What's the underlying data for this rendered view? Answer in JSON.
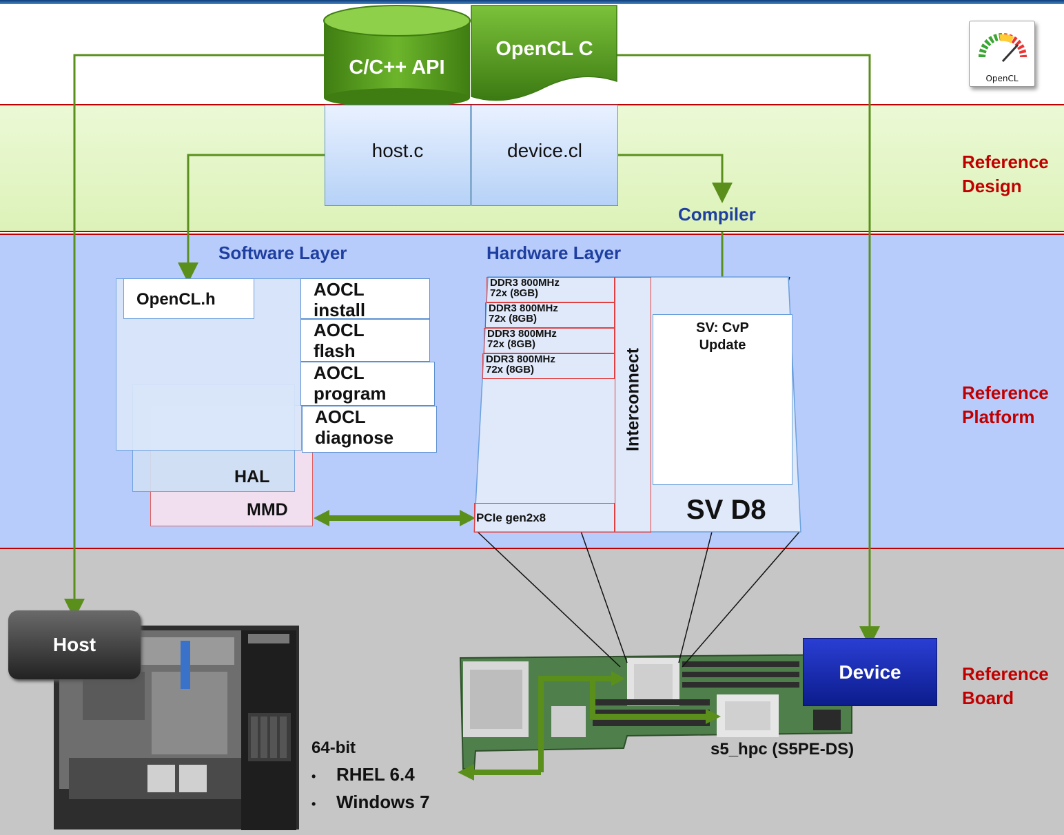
{
  "colors": {
    "top_band": "#ffffff",
    "design_band": "#e3f5c4",
    "platform_band": "#b9cdfc",
    "board_band": "#c8c8c8",
    "divider": "#c00000",
    "arrow_green": "#5a8f1c",
    "tier_label": "#c00000",
    "layer_title": "#1f3fa0"
  },
  "api": {
    "cpp_api": "C/C++ API",
    "opencl_c": "OpenCL C"
  },
  "logo": {
    "text": "OpenCL"
  },
  "files": {
    "host": "host.c",
    "device": "device.cl"
  },
  "compiler": "Compiler",
  "tiers": {
    "design": [
      "Reference",
      "Design"
    ],
    "platform": [
      "Reference",
      "Platform"
    ],
    "board": [
      "Reference",
      "Board"
    ]
  },
  "software_layer": {
    "title": "Software Layer",
    "header": "OpenCL.h",
    "tools": [
      [
        "AOCL",
        "install"
      ],
      [
        "AOCL",
        "flash"
      ],
      [
        "AOCL",
        "program"
      ],
      [
        "AOCL",
        "diagnose"
      ]
    ],
    "hal": "HAL",
    "mmd": "MMD"
  },
  "hardware_layer": {
    "title": "Hardware Layer",
    "ddr": [
      [
        "DDR3 800MHz",
        "72x (8GB)"
      ],
      [
        "DDR3 800MHz",
        "72x (8GB)"
      ],
      [
        "DDR3 800MHz",
        "72x (8GB)"
      ],
      [
        "DDR3 800MHz",
        "72x (8GB)"
      ]
    ],
    "interconnect": "Interconnect",
    "pcie": "PCIe gen2x8",
    "sv_cvp": [
      "SV: CvP",
      "Update"
    ],
    "sv_d8": "SV D8"
  },
  "board": {
    "host": "Host",
    "device": "Device",
    "board_name": "s5_hpc (S5PE-DS)",
    "os_title": "64-bit",
    "os_list": [
      "RHEL 6.4",
      "Windows 7"
    ]
  }
}
